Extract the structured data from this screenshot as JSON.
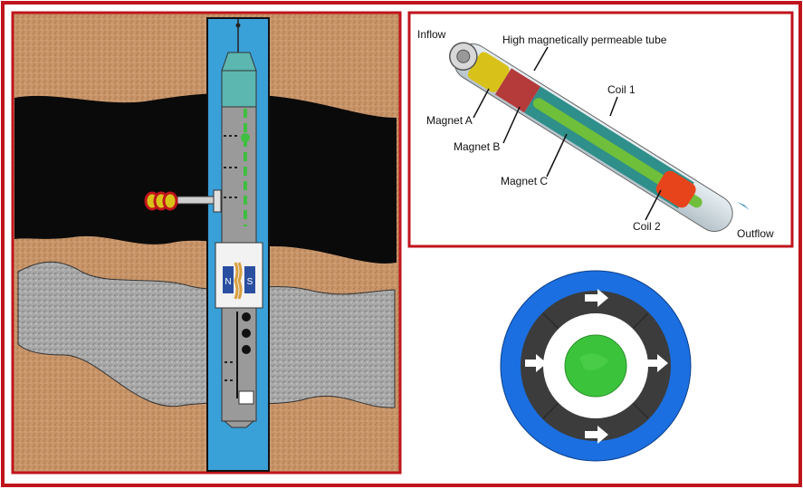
{
  "colors": {
    "outer_frame": "#c0141c",
    "rock_brown": "#c8956a",
    "cavity_black": "#0a0a0a",
    "rock_grey": "#a8a8a8",
    "wellbore_blue": "#3aa0d8",
    "tool_grey": "#9a9a9a",
    "tool_cap_teal": "#5bb7b0",
    "accent_green": "#3fbf3f",
    "magnet_yellow": "#d8c21a",
    "magnet_red": "#b53a3a",
    "coil_teal": "#2f8f8a",
    "coil2_red": "#e8441c",
    "ring_blue": "#1b6fe0",
    "ring_dark": "#3c3c3c",
    "core_green": "#3cc33c"
  },
  "well_panel": {
    "magnet_poles": {
      "north": "N",
      "south": "S"
    }
  },
  "generator_panel": {
    "labels": {
      "inflow": "Inflow",
      "tube": "High magnetically permeable tube",
      "coil1": "Coil 1",
      "magnet_a": "Magnet A",
      "magnet_b": "Magnet B",
      "magnet_c": "Magnet C",
      "coil2": "Coil 2",
      "outflow": "Outflow"
    }
  },
  "cross_section": {
    "arrow_icons": [
      "arrow-up-icon",
      "arrow-left-icon",
      "arrow-right-icon",
      "arrow-down-icon"
    ]
  }
}
